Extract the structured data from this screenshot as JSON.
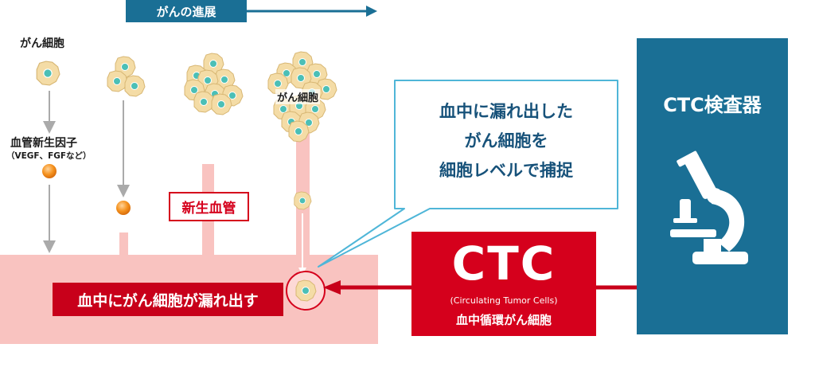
{
  "header": {
    "progress_label": "がんの進展"
  },
  "labels": {
    "cancer_cell": "がん細胞",
    "growth_factor": "血管新生因子",
    "growth_factor_examples": "（VEGF、FGFなど）",
    "tumor_cells": "がん細胞",
    "angiogenesis": "新生血管",
    "leak_into_blood": "血中にがん細胞が漏れ出す"
  },
  "callout": {
    "lines": [
      "血中に漏れ出した",
      "がん細胞を",
      "細胞レベルで捕捉"
    ]
  },
  "ctc": {
    "title": "CTC",
    "english": "(Circulating Tumor Cells)",
    "japanese": "血中循環がん細胞"
  },
  "device": {
    "title": "CTC検査器",
    "icon": "microscope-icon"
  },
  "colors": {
    "blood": "#f9c3c0",
    "accent_red": "#d5001c",
    "accent_blue": "#1a6f95",
    "cell_body": "#f4dca6",
    "cell_nucleus": "#4bbfb6",
    "factor": "#f5921e"
  }
}
